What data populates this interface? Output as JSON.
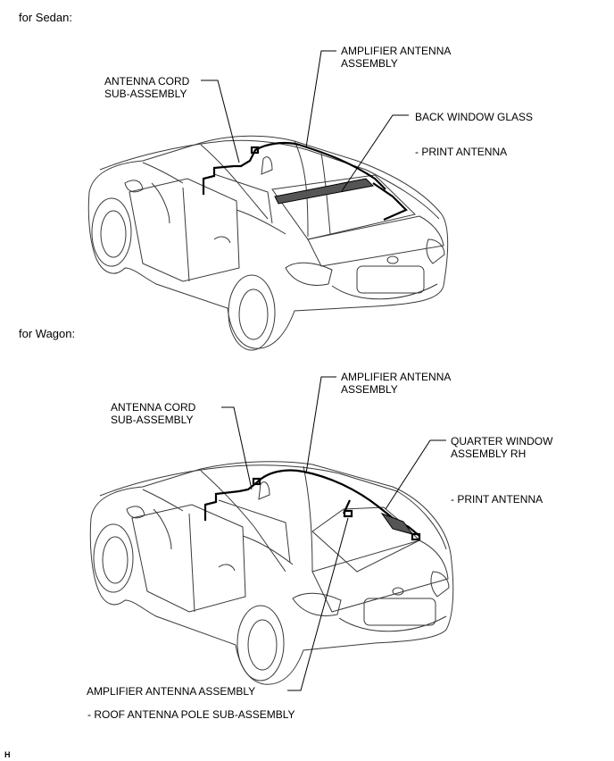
{
  "sedan": {
    "section_label": "for Sedan:",
    "antenna_cord": "ANTENNA CORD\nSUB-ASSEMBLY",
    "amplifier_antenna": "AMPLIFIER ANTENNA\nASSEMBLY",
    "back_window_glass": "BACK WINDOW GLASS",
    "print_antenna": "- PRINT ANTENNA"
  },
  "wagon": {
    "section_label": "for Wagon:",
    "antenna_cord": "ANTENNA CORD\nSUB-ASSEMBLY",
    "amplifier_antenna": "AMPLIFIER ANTENNA\nASSEMBLY",
    "quarter_window": "QUARTER WINDOW\nASSEMBLY RH",
    "print_antenna": "- PRINT ANTENNA",
    "amplifier_antenna_bottom": "AMPLIFIER ANTENNA ASSEMBLY",
    "roof_pole": "- ROOF ANTENNA POLE SUB-ASSEMBLY"
  },
  "corner_mark": "H"
}
